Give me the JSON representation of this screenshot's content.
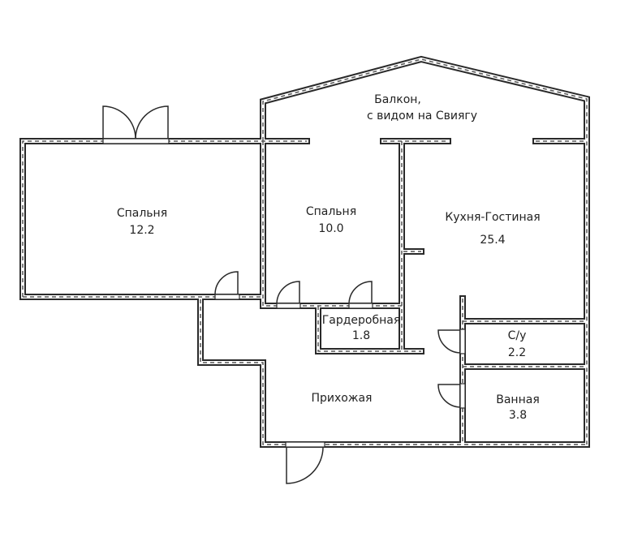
{
  "rooms": {
    "balcony": {
      "label_line1": "Балкон,",
      "label_line2": "с видом на Свиягу"
    },
    "bedroom1": {
      "label": "Спальня",
      "area": "12.2"
    },
    "bedroom2": {
      "label": "Спальня",
      "area": "10.0"
    },
    "kitchen": {
      "label": "Кухня-Гостиная",
      "area": "25.4"
    },
    "wardrobe": {
      "label": "Гардеробная",
      "area": "1.8"
    },
    "toilet": {
      "label": "С/у",
      "area": "2.2"
    },
    "hall": {
      "label": "Прихожая"
    },
    "bathroom": {
      "label": "Ванная",
      "area": "3.8"
    }
  }
}
